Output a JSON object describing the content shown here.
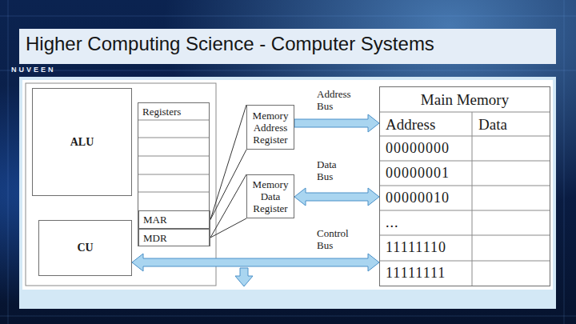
{
  "diagram": {
    "title": "Higher Computing Science - Computer Systems",
    "nodes": [
      {
        "text": [
          "ALU"
        ]
      },
      {
        "text": [
          "CU"
        ]
      },
      {
        "text": [
          "Registers"
        ]
      },
      {
        "text": [
          "MAR"
        ],
        "in": 2
      },
      {
        "text": [
          "MDR"
        ],
        "in": 2
      },
      {
        "text": [
          "Memory Address Register"
        ]
      },
      {
        "text": [
          "Memory Data Register"
        ]
      },
      {
        "text": [
          "Main Memory"
        ]
      }
    ],
    "edges": [
      {
        "from": 3,
        "to": 5,
        "arrow": "none"
      },
      {
        "from": 4,
        "to": 6,
        "arrow": "none"
      },
      {
        "from": 5,
        "to": 7,
        "label": "Address Bus",
        "arrow": "to"
      },
      {
        "from": 6,
        "to": 7,
        "label": "Data Bus",
        "arrow": "both"
      },
      {
        "from": 1,
        "to": 7,
        "label": "Control Bus",
        "arrow": "both"
      }
    ],
    "labels": [
      "NUVEEN",
      "Address",
      "Data",
      "00000000",
      "00000001",
      "00000010",
      "...",
      "11111110",
      "11111111"
    ]
  }
}
